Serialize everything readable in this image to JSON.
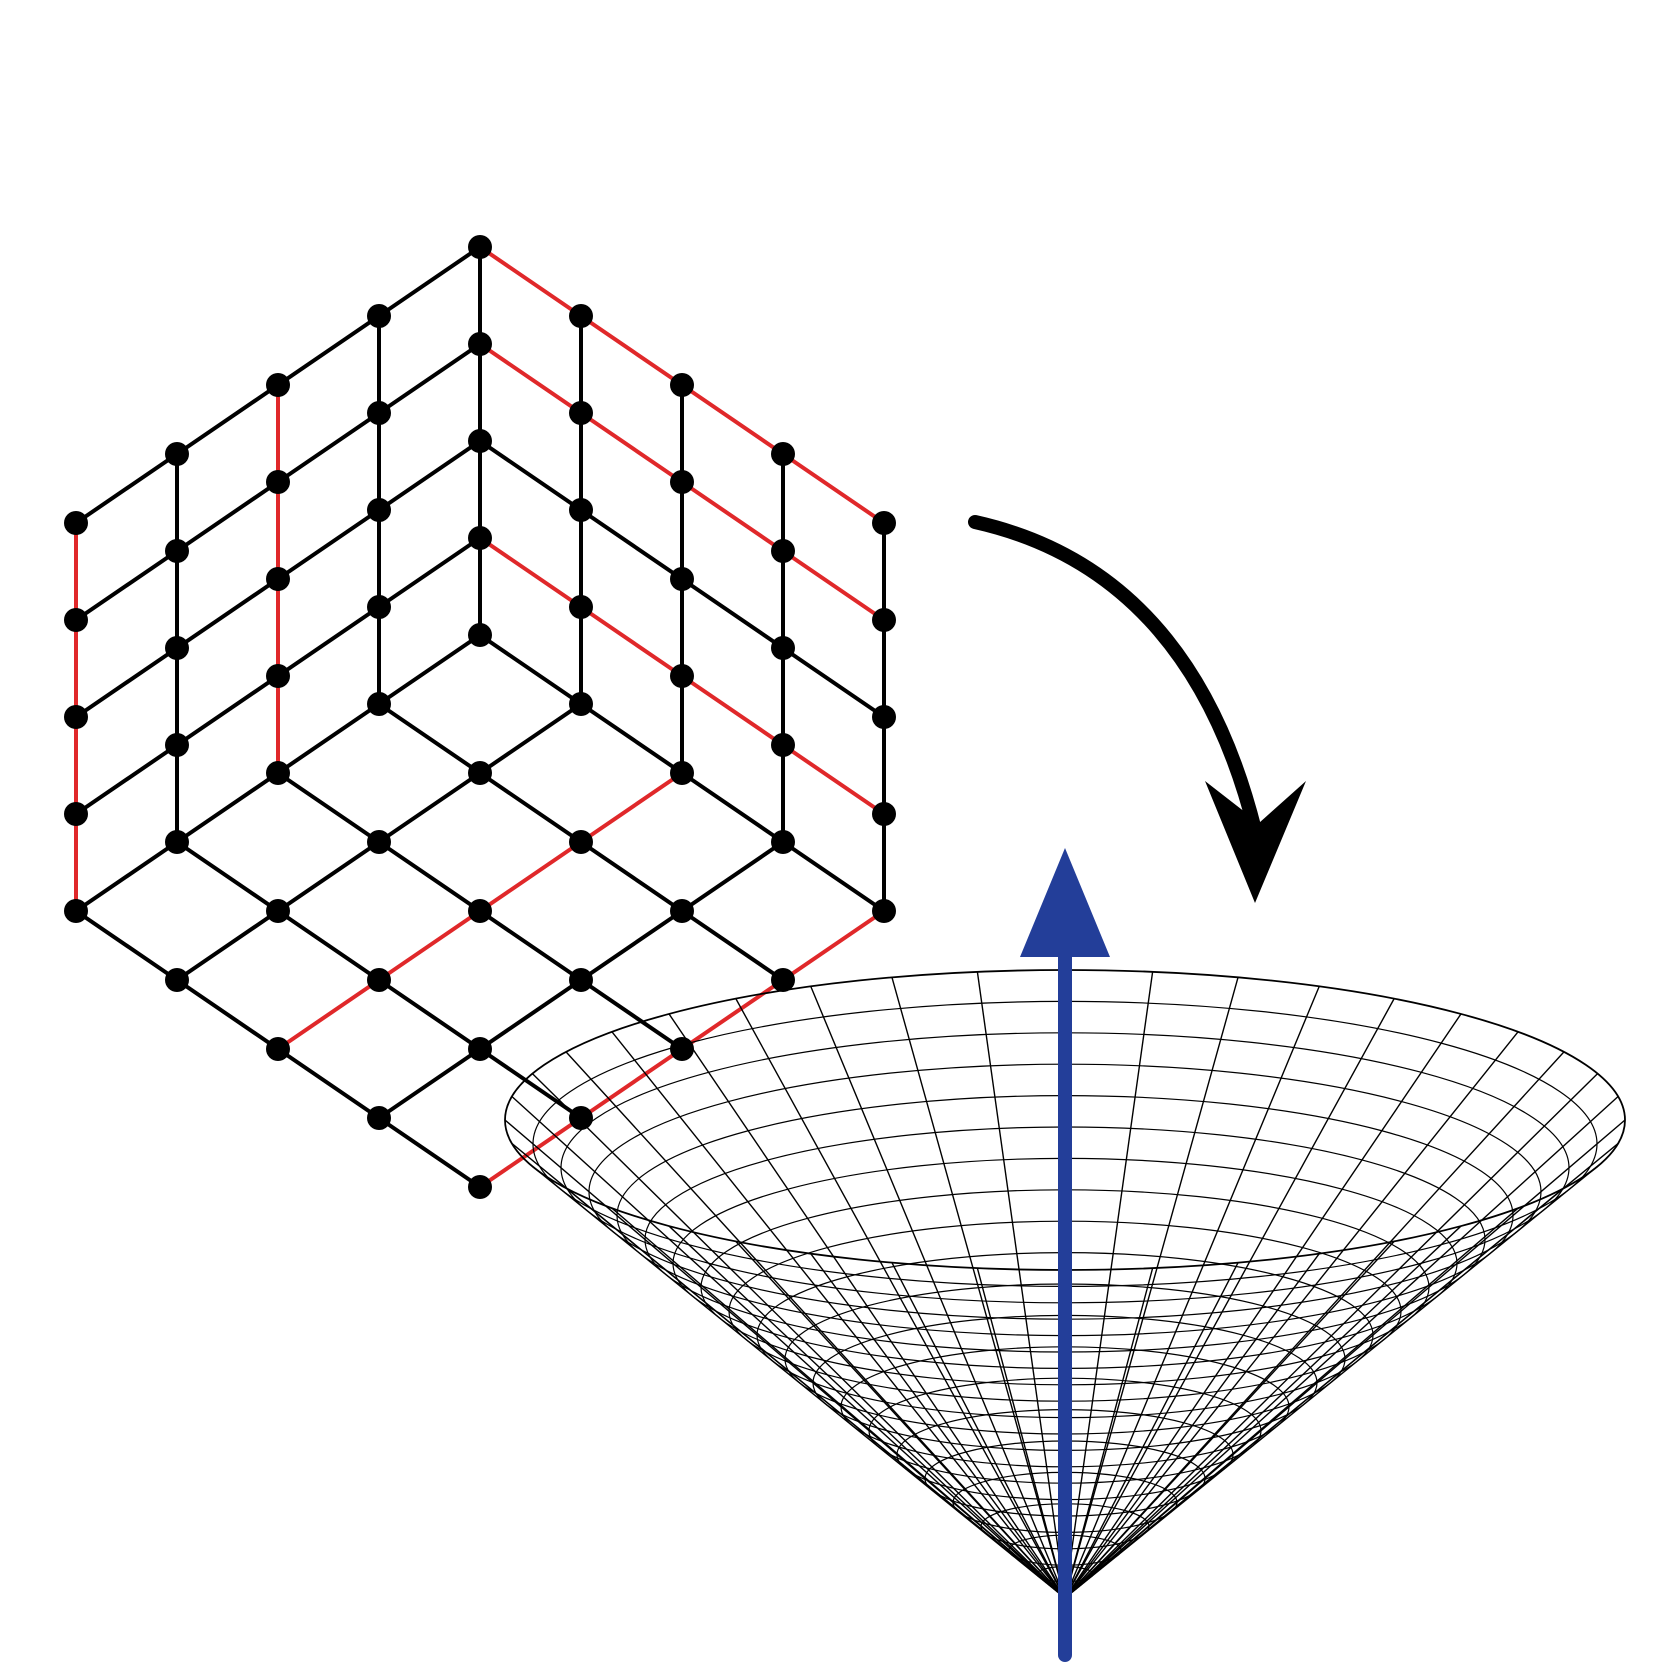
{
  "colors": {
    "background": "#ffffff",
    "lattice_edge": "#000000",
    "boundary_edge": "#e0282a",
    "vertex": "#000000",
    "transform_arrow": "#000000",
    "cone_mesh": "#000000",
    "axis_arrow": "#233e99"
  },
  "icons": {
    "transform_arrow": "curved-arrow-icon",
    "axis_arrow": "up-arrow-icon"
  },
  "lattice": {
    "description_kind": "cube-corner-lattice",
    "grid_size": 4,
    "faces": [
      "back-left-wall",
      "back-right-wall",
      "floor"
    ]
  },
  "cone": {
    "radial_lines": 40,
    "rings": 20
  }
}
